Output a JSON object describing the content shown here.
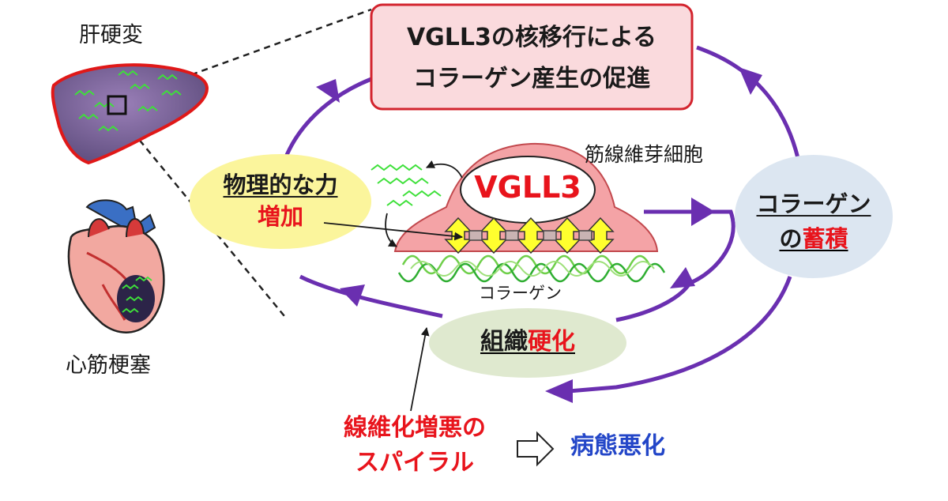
{
  "labels": {
    "liver": "肝硬変",
    "heart": "心筋梗塞",
    "fibroblast": "筋線維芽細胞",
    "vgll3": "VGLL3",
    "collagen_small": "コラーゲン"
  },
  "top_box": {
    "line1": "VGLL3の核移行による",
    "line2": "コラーゲン産生の促進"
  },
  "force": {
    "line1": "物理的な力",
    "line2": "増加"
  },
  "accumulation": {
    "line1": "コラーゲン",
    "prefix": "の",
    "highlight": "蓄積"
  },
  "hardening": {
    "prefix": "組織",
    "highlight": "硬化"
  },
  "spiral": {
    "line1": "線維化増悪の",
    "line2": "スパイラル"
  },
  "outcome": "病態悪化",
  "colors": {
    "cycle_arrow": "#6a2fb0",
    "top_box_fill": "#fadadd",
    "top_box_border": "#d3242e",
    "cell_fill": "#f4a3a6",
    "force_ellipse": "#fbf59c",
    "accum_ellipse": "#dce6f1",
    "harden_ellipse": "#dfe9cf",
    "emphasis_red": "#e8141c",
    "outcome_blue": "#2346c8",
    "collagen_green": "#6fcf4a",
    "yellow_arrow": "#ffff2e"
  }
}
